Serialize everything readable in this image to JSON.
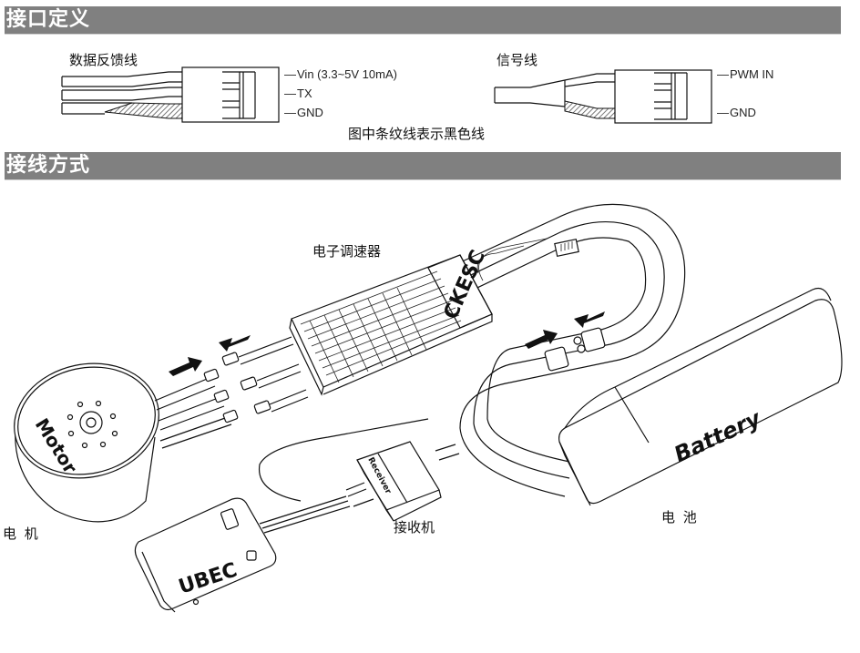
{
  "sections": [
    {
      "title": "接口定义"
    },
    {
      "title": "接线方式"
    }
  ],
  "interface": {
    "feedback_connector": {
      "title": "数据反馈线",
      "pins": [
        "Vin (3.3~5V 10mA)",
        "TX",
        "GND"
      ]
    },
    "signal_connector": {
      "title": "信号线",
      "pins": [
        "PWM IN",
        "GND"
      ]
    },
    "note": "图中条纹线表示黑色线"
  },
  "wiring": {
    "esc": {
      "label": "电子调速器",
      "brand": "CKESC"
    },
    "motor": {
      "label": "电 机",
      "brand": "Motor"
    },
    "receiver": {
      "label": "接收机",
      "brand": "Receiver"
    },
    "ubec": {
      "brand": "UBEC"
    },
    "battery": {
      "label": "电 池",
      "brand": "Battery"
    }
  },
  "colors": {
    "section_bar": "#808080",
    "section_text": "#ffffff",
    "line_art": "#111111",
    "hatch": "#555555"
  }
}
